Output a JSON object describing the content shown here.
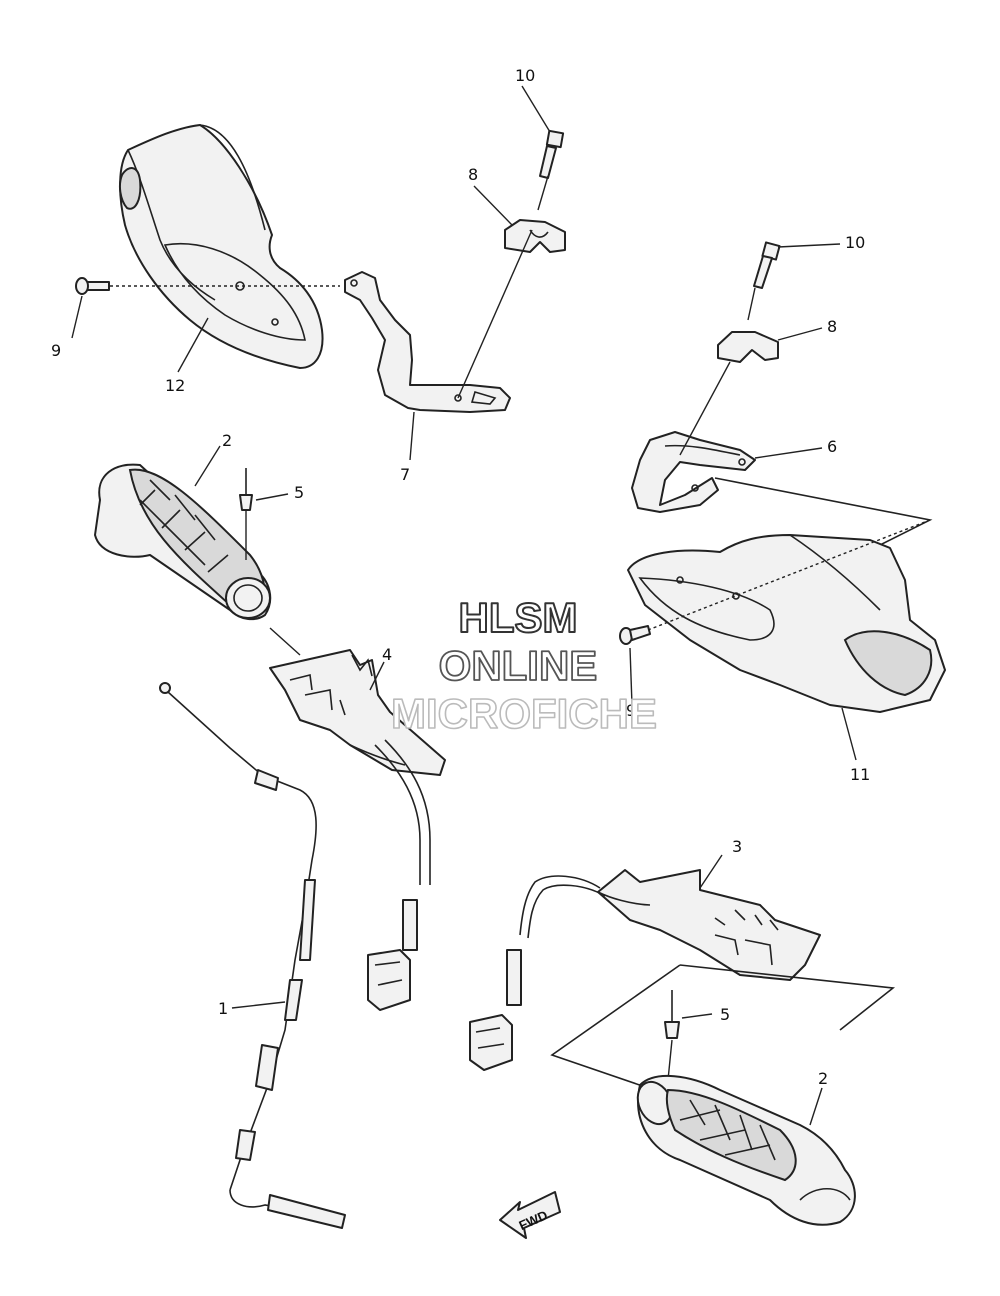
{
  "watermark": {
    "line1": "HLSM",
    "line2": "ONLINE",
    "line3": "MICROFICHE"
  },
  "fwd_label": "FWD",
  "callouts": [
    {
      "id": "c1",
      "label": "1"
    },
    {
      "id": "c2a",
      "label": "2"
    },
    {
      "id": "c2b",
      "label": "2"
    },
    {
      "id": "c3",
      "label": "3"
    },
    {
      "id": "c4",
      "label": "4"
    },
    {
      "id": "c5a",
      "label": "5"
    },
    {
      "id": "c5b",
      "label": "5"
    },
    {
      "id": "c6",
      "label": "6"
    },
    {
      "id": "c7",
      "label": "7"
    },
    {
      "id": "c8a",
      "label": "8"
    },
    {
      "id": "c8b",
      "label": "8"
    },
    {
      "id": "c9a",
      "label": "9"
    },
    {
      "id": "c9b",
      "label": "9"
    },
    {
      "id": "c10a",
      "label": "10"
    },
    {
      "id": "c10b",
      "label": "10"
    },
    {
      "id": "c11",
      "label": "11"
    },
    {
      "id": "c12",
      "label": "12"
    }
  ],
  "colors": {
    "line": "#222222",
    "part_fill": "#f2f2f2",
    "watermark_outline": "#333333",
    "watermark_faded": "#bbbbbb"
  }
}
